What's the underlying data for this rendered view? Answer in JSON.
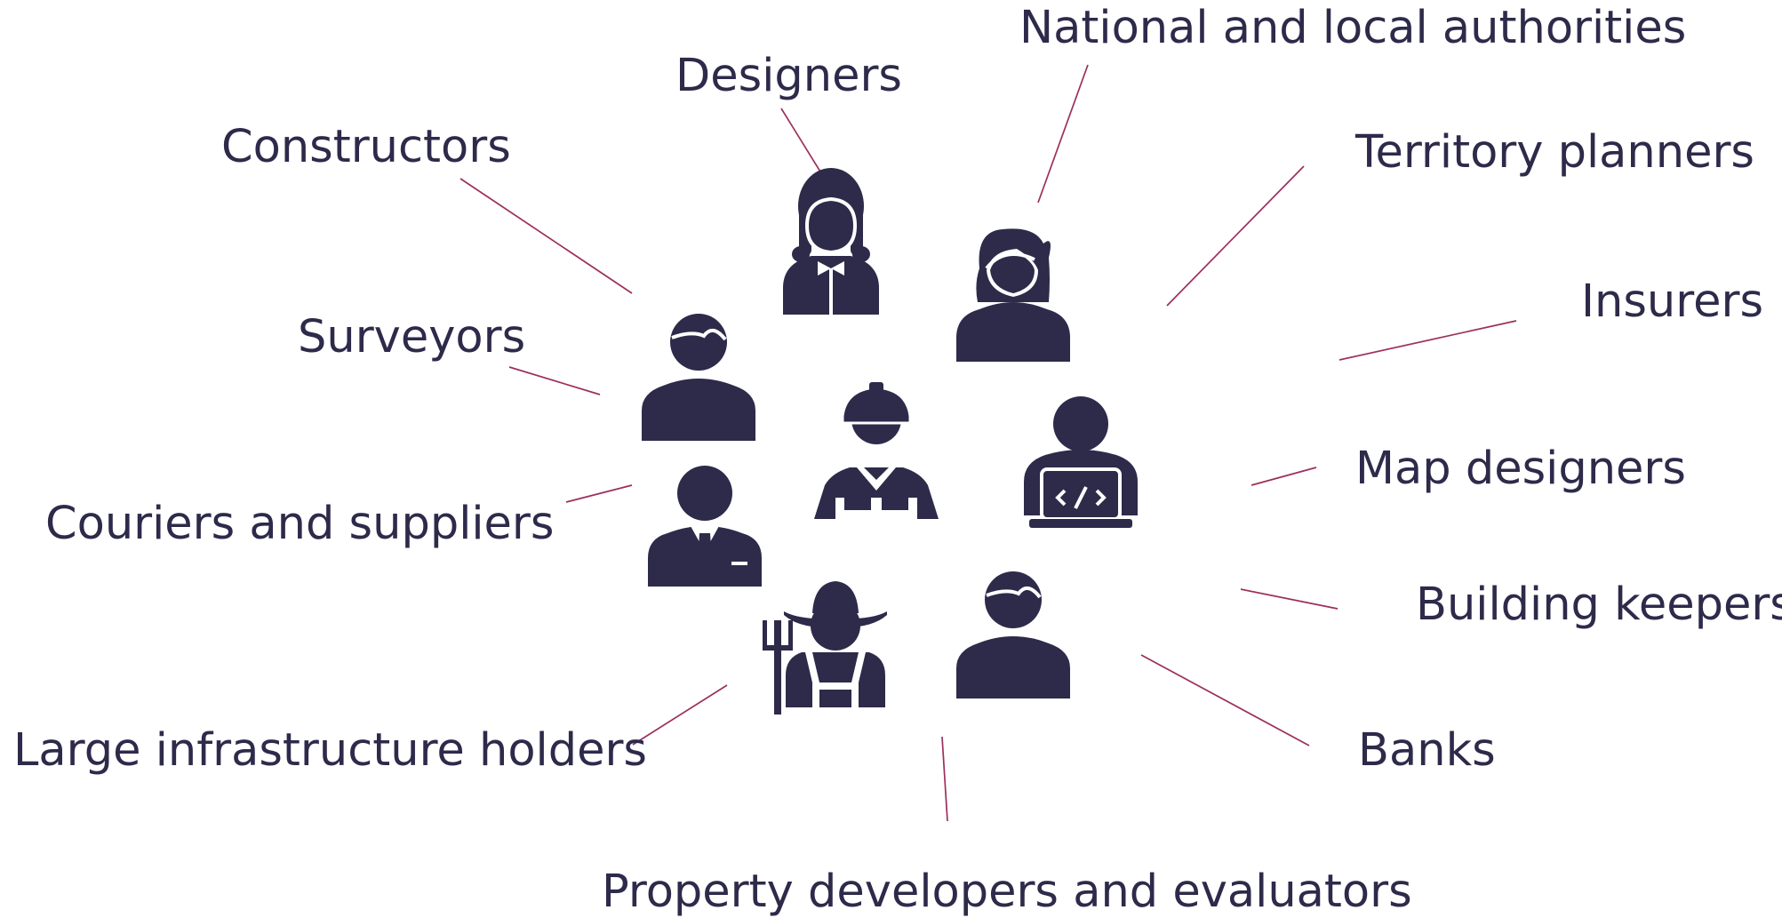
{
  "colors": {
    "text": "#2d2a4a",
    "icon": "#2d2a4a",
    "connector": "#9c2f5c",
    "background": "#ffffff"
  },
  "labels": {
    "national": "National and local authorities",
    "designers": "Designers",
    "constructors": "Constructors",
    "territory": "Territory planners",
    "insurers": "Insurers",
    "surveyors": "Surveyors",
    "map_designers": "Map designers",
    "couriers": "Couriers and suppliers",
    "building_keepers": "Building keepers",
    "large_infra": "Large infrastructure holders",
    "banks": "Banks",
    "property": "Property developers and evaluators"
  },
  "icons": [
    "woman-bowtie-icon",
    "woman-ponytail-icon",
    "man-icon",
    "construction-worker-icon",
    "programmer-laptop-icon",
    "businessman-suit-icon",
    "farmer-pitchfork-icon",
    "man-icon"
  ]
}
